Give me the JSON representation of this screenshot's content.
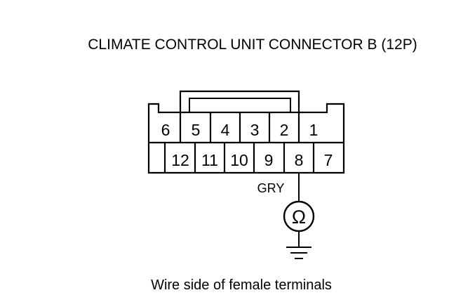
{
  "title": "CLIMATE CONTROL UNIT CONNECTOR B (12P)",
  "caption": "Wire side of female terminals",
  "connector": {
    "top_row": [
      "6",
      "5",
      "4",
      "3",
      "2",
      "1"
    ],
    "bottom_row": [
      "12",
      "11",
      "10",
      "9",
      "8",
      "7"
    ]
  },
  "probe": {
    "terminal": "8",
    "wire_color": "GRY",
    "meter_symbol": "Ω",
    "meter_icon": "ohmmeter-icon",
    "ground_icon": "ground-icon"
  }
}
